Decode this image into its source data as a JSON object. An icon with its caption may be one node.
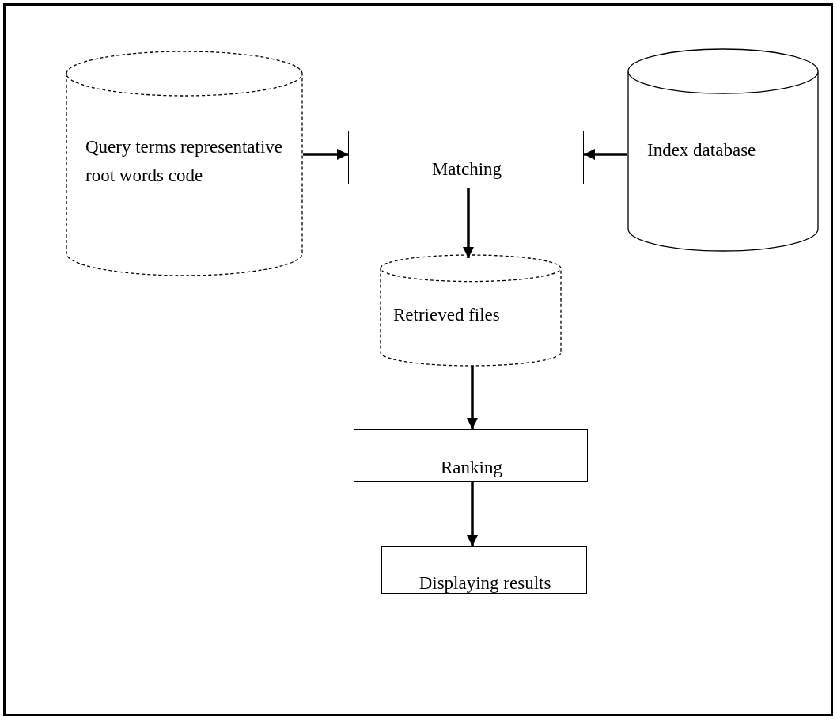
{
  "diagram": {
    "nodes": [
      {
        "text": [
          "Query terms representative root words code"
        ]
      },
      {
        "text": [
          "Matching"
        ]
      },
      {
        "text": [
          "Index database"
        ]
      },
      {
        "text": [
          "Retrieved files"
        ]
      },
      {
        "text": [
          "Ranking"
        ]
      },
      {
        "text": [
          "Displaying results"
        ]
      }
    ],
    "edges": [
      {
        "from": 0,
        "to": 1,
        "arrow": "to"
      },
      {
        "from": 2,
        "to": 1,
        "arrow": "to"
      },
      {
        "from": 1,
        "to": 3,
        "arrow": "to"
      },
      {
        "from": 3,
        "to": 4,
        "arrow": "to"
      },
      {
        "from": 4,
        "to": 5,
        "arrow": "to"
      }
    ]
  }
}
